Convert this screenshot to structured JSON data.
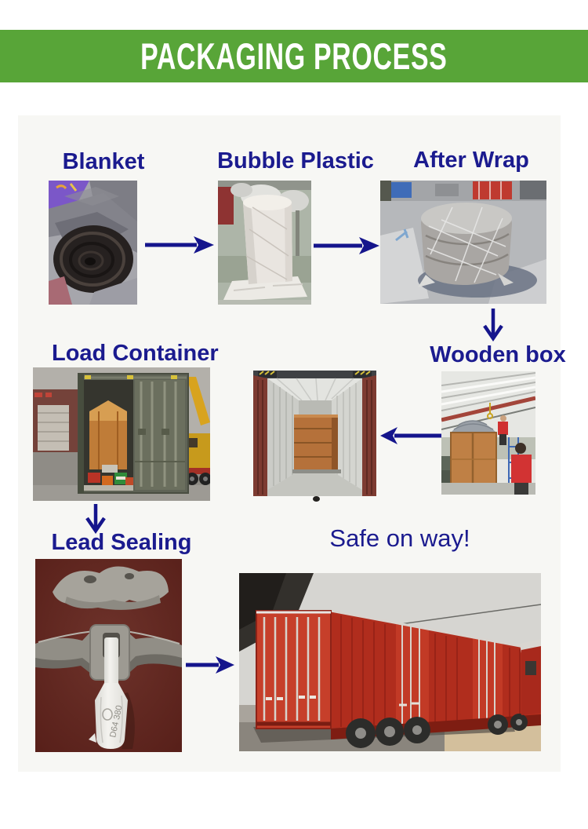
{
  "banner": {
    "title": "PACKAGING PROCESS",
    "bg_color": "#58a538",
    "text_color": "#ffffff"
  },
  "colors": {
    "label_navy": "#1b1b8f",
    "arrow_navy": "#15158c",
    "panel_bg": "#f7f7f4",
    "page_bg": "#ffffff"
  },
  "steps": {
    "blanket": {
      "label": "Blanket"
    },
    "bubble_plastic": {
      "label": "Bubble Plastic"
    },
    "after_wrap": {
      "label": "After Wrap"
    },
    "wooden_box": {
      "label": "Wooden box"
    },
    "load_container": {
      "label": "Load Container"
    },
    "lead_sealing": {
      "label": "Lead Sealing",
      "seal_code": "D64 380"
    },
    "safe_on_way": {
      "label": "Safe on way!"
    }
  }
}
